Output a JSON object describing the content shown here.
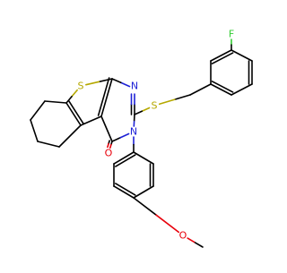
{
  "atom_labels": {
    "F": "F",
    "S_ring": "S",
    "S_link": "S",
    "N_top": "N",
    "N_bottom": "N",
    "O_carbonyl": "O",
    "O_methoxy": "O"
  },
  "colors": {
    "carbon": "#000000",
    "sulfur": "#B5A800",
    "nitrogen": "#1E22D6",
    "oxygen": "#E8000B",
    "fluorine": "#33CC33"
  }
}
